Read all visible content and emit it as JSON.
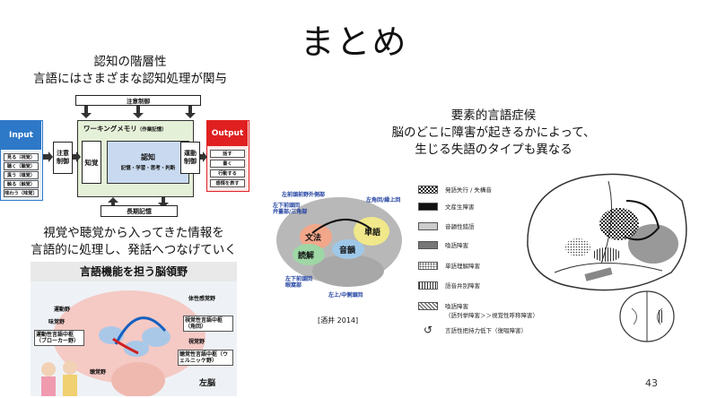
{
  "title": "まとめ",
  "page_number": "43",
  "cognition": {
    "caption_line1": "認知の階層性",
    "caption_line2": "言語にはさまざまな認知処理が関与",
    "attention_top": "注意制御",
    "input_title": "Input",
    "input_items": [
      "見る（視覚）",
      "聴く（聴覚）",
      "臭う（嗅覚）",
      "触る（触覚）",
      "味わう（味覚）"
    ],
    "attention_left": "注意制御",
    "perception": "知覚",
    "working_memory": "ワーキングメモリ",
    "working_memory_note": "（作業記憶）",
    "cognition_label": "認知",
    "cognition_items": "記憶・学習・思考・判断",
    "motor_control": "運動制御",
    "output_title": "Output",
    "output_items": [
      "話す",
      "書く",
      "行動する",
      "感情を表す"
    ],
    "long_term_memory": "長期記憶"
  },
  "process_caption": {
    "line1": "視覚や聴覚から入ってきた情報を",
    "line2": "言語的に処理し、発話へつなげていく"
  },
  "brain_regions": {
    "title": "言語機能を担う脳領野",
    "labels": {
      "motor": "運動野",
      "taste": "味覚野",
      "broca": "運動性言語中枢（ブローカー野）",
      "somato": "体性感覚野",
      "angular": "視覚性言語中枢（角回）",
      "visual": "視覚野",
      "wernicke": "聴覚性言語中枢（ウェルニッケ野）",
      "auditory": "聴覚野",
      "left_brain": "左脳"
    }
  },
  "brain_map": {
    "labels": {
      "prefrontal": "左前頭前野外側部",
      "inferior_frontal": "左下前頭回",
      "inferior_frontal_sub": "弁蓋部/三角部",
      "grammar": "文法",
      "reading": "読解",
      "angular_supramarginal": "左角回/縁上回",
      "word": "単語",
      "phoneme": "音韻",
      "premotor": "左下前頭回",
      "premotor_sub": "眼窩部",
      "superior_temporal": "左上/中側頭回"
    },
    "citation": "[酒井 2014]"
  },
  "symptoms": {
    "caption_line1": "要素的言語症候",
    "caption_line2": "脳のどこに障害が起きるかによって、",
    "caption_line3": "生じる失語のタイプも異なる",
    "legend": [
      {
        "label": "発語失行 / 失構音",
        "pattern": "checker"
      },
      {
        "label": "文産生障害",
        "pattern": "black"
      },
      {
        "label": "音韻性錯語",
        "pattern": "lightgray"
      },
      {
        "label": "喚語障害",
        "pattern": "gray"
      },
      {
        "label": "単語理解障害",
        "pattern": "dots"
      },
      {
        "label": "語音弁別障害",
        "pattern": "vlines"
      },
      {
        "label": "喚語障害",
        "pattern": "zigzag"
      },
      {
        "label": "（語列挙障害＞＞視覚性呼称障害）",
        "pattern": "none"
      },
      {
        "label": "言語性把持力低下（復唱障害）",
        "pattern": "arrow"
      }
    ]
  }
}
